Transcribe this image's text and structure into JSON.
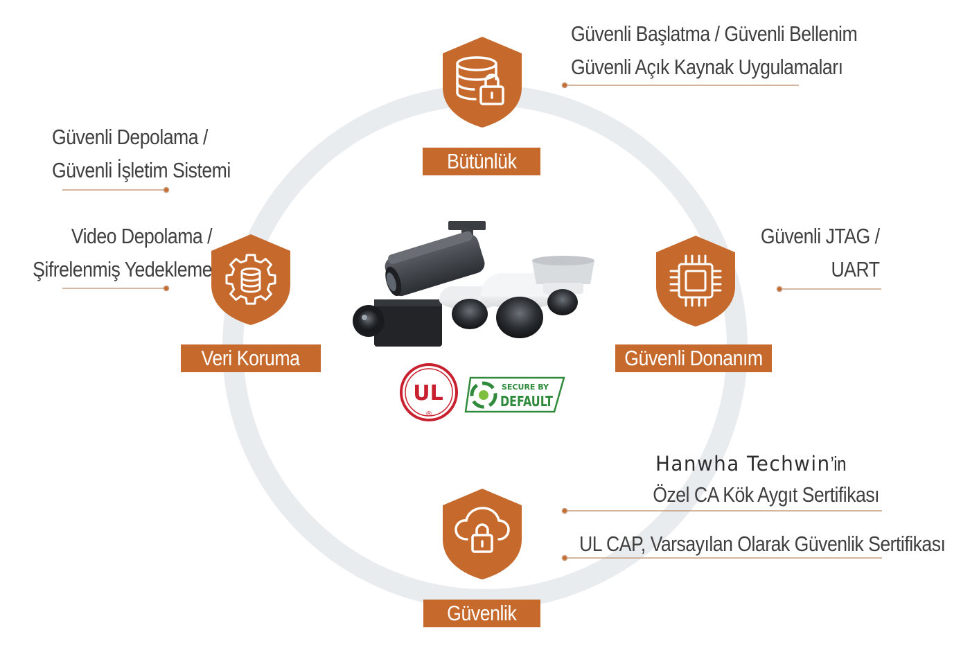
{
  "colors": {
    "accent": "#c6692d",
    "ring": "#e9ecef",
    "text": "#3f3f3f",
    "leader_line": "#c79d7e"
  },
  "pillars": [
    {
      "id": "integrity",
      "label": "Bütünlük",
      "icon": "database-lock-icon"
    },
    {
      "id": "hardware",
      "label": "Güvenli Donanım",
      "icon": "microchip-icon"
    },
    {
      "id": "data",
      "label": "Veri Koruma",
      "icon": "gear-database-icon"
    },
    {
      "id": "security",
      "label": "Güvenlik",
      "icon": "cloud-lock-icon"
    }
  ],
  "callouts": {
    "integrity": {
      "line1": "Güvenli Başlatma / Güvenli Bellenim",
      "line2": "Güvenli Açık Kaynak Uygulamaları"
    },
    "storage": {
      "line1": "Güvenli Depolama /",
      "line2": "Güvenli İşletim Sistemi"
    },
    "video": {
      "line1": "Video Depolama /",
      "line2": "Şifrelenmiş Yedekleme"
    },
    "jtag": {
      "line1": "Güvenli JTAG /",
      "line2": "UART"
    },
    "certificate": {
      "brand": "Hanwha Techwin",
      "brand_suffix": "’in",
      "line2": "Özel CA Kök Aygıt Sertifikası"
    },
    "ulcap": {
      "line1": "UL CAP, Varsayılan Olarak Güvenlik Sertifikası"
    }
  },
  "badges": {
    "ul": {
      "mark": "UL",
      "registered": "®"
    },
    "secure_by_default": {
      "line1": "SECURE BY",
      "line2": "DEFAULT"
    }
  }
}
